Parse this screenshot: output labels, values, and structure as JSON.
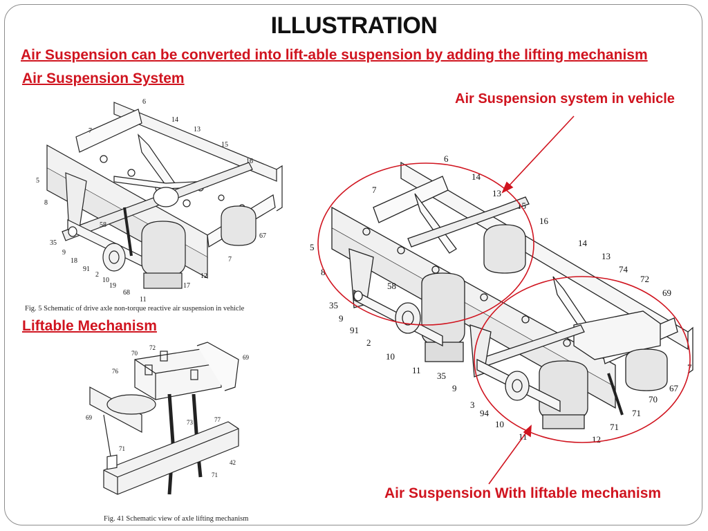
{
  "slide": {
    "title": "ILLUSTRATION",
    "subtitle": "Air Suspension can be converted into lift-able suspension by adding the lifting mechanism",
    "section_air_suspension": "Air Suspension System",
    "section_liftable": "Liftable Mechanism",
    "callout_vehicle": "Air Suspension system in vehicle",
    "callout_liftable": "Air Suspension With liftable mechanism",
    "caption_fig5": "Fig. 5 Schematic of drive axle non-torque reactive air suspension in vehicle",
    "caption_fig41": "Fig. 41 Schematic view of axle lifting mechanism",
    "accent_color": "#d0141f"
  },
  "fig5_part_numbers": [
    "6",
    "14",
    "13",
    "7",
    "15",
    "16",
    "5",
    "8",
    "58",
    "35",
    "9",
    "18",
    "91",
    "2",
    "10",
    "19",
    "68",
    "11",
    "17",
    "12",
    "7",
    "67"
  ],
  "fig41_part_numbers": [
    "72",
    "70",
    "69",
    "76",
    "69",
    "73",
    "77",
    "71",
    "42",
    "71"
  ],
  "vehicle_part_numbers": [
    "6",
    "7",
    "14",
    "13",
    "15",
    "16",
    "5",
    "8",
    "58",
    "35",
    "9",
    "91",
    "2",
    "10",
    "11",
    "35",
    "9",
    "3",
    "94",
    "10",
    "11",
    "14",
    "13",
    "74",
    "72",
    "69",
    "70",
    "67",
    "7",
    "71",
    "71",
    "12"
  ]
}
